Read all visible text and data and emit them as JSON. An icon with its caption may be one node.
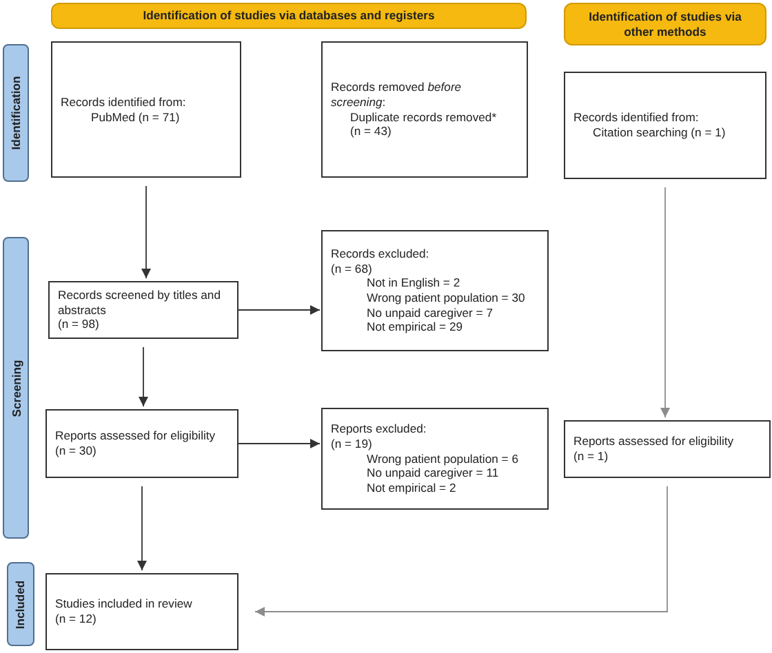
{
  "diagram": {
    "nodes": [
      {
        "text": [
          "Identification of studies via databases and registers"
        ]
      },
      {
        "text": [
          "Identification of studies via other methods"
        ]
      },
      {
        "text": [
          "Identification"
        ]
      },
      {
        "text": [
          "Records identified from:",
          "PubMed (n = 71)"
        ]
      },
      {
        "text": [
          "Records removed *before screening*:",
          "Duplicate records removed*",
          "(n = 43)"
        ]
      },
      {
        "text": [
          "Records identified from:",
          "Citation searching (n = 1)"
        ]
      },
      {
        "text": [
          "Screening"
        ]
      },
      {
        "text": [
          "Records screened by titles and abstracts",
          "(n = 98)"
        ]
      },
      {
        "text": [
          "Records excluded:",
          "(n = 68)",
          "Not in English = 2",
          "Wrong patient population = 30",
          "No unpaid caregiver = 7",
          "Not empirical = 29"
        ]
      },
      {
        "text": [
          "Reports assessed for eligibility",
          "(n = 30)"
        ]
      },
      {
        "text": [
          "Reports excluded:",
          "(n = 19)",
          "Wrong patient population = 6",
          "No unpaid caregiver = 11",
          "Not empirical = 2"
        ]
      },
      {
        "text": [
          "Reports assessed for eligibility",
          "(n = 1)"
        ]
      },
      {
        "text": [
          "Included"
        ]
      },
      {
        "text": [
          "Studies included in review",
          "(n = 12)"
        ]
      }
    ],
    "edges": [
      {
        "from": 3,
        "to": 7,
        "arrow": "to"
      },
      {
        "from": 7,
        "to": 8,
        "arrow": "to"
      },
      {
        "from": 7,
        "to": 9,
        "arrow": "to"
      },
      {
        "from": 9,
        "to": 10,
        "arrow": "to"
      },
      {
        "from": 9,
        "to": 13,
        "arrow": "to"
      },
      {
        "from": 5,
        "to": 11,
        "arrow": "to",
        "color": "#8c8c8c"
      },
      {
        "from": 11,
        "to": 13,
        "arrow": "to",
        "color": "#8c8c8c"
      }
    ]
  }
}
